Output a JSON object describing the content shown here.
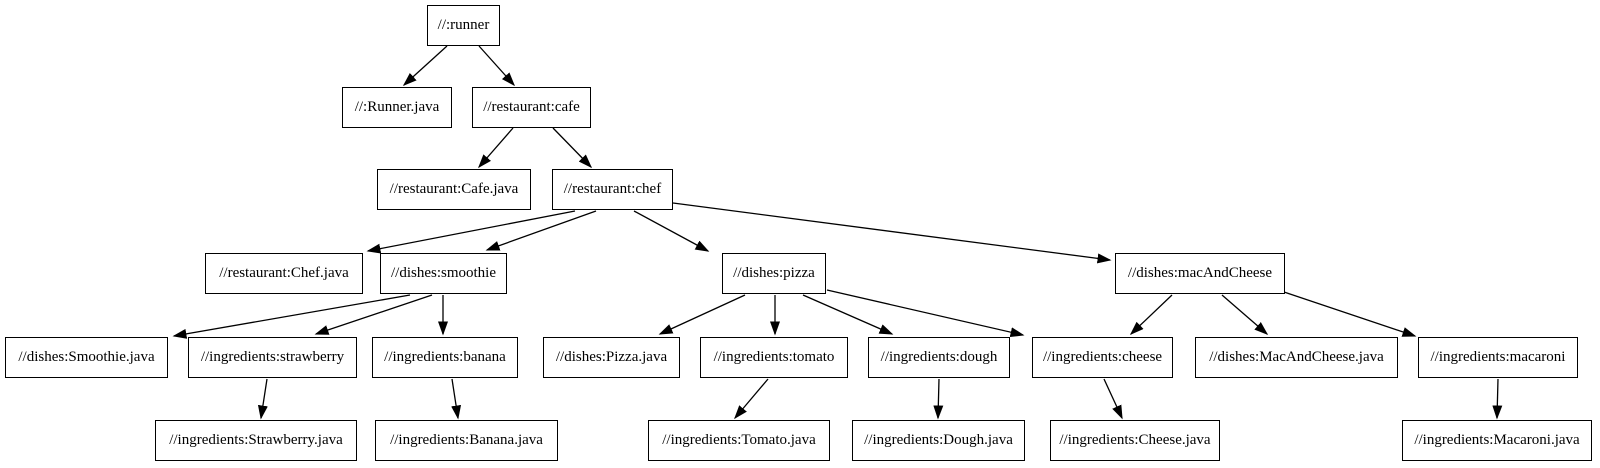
{
  "diagram": {
    "type": "directed-graph",
    "colors": {
      "background": "#ffffff",
      "node_fill": "#ffffff",
      "node_border": "#000000",
      "edge": "#000000",
      "text": "#000000"
    }
  },
  "nodes": [
    {
      "id": "runner",
      "label": "//:runner"
    },
    {
      "id": "runner-java",
      "label": "//:Runner.java"
    },
    {
      "id": "cafe",
      "label": "//restaurant:cafe"
    },
    {
      "id": "cafe-java",
      "label": "//restaurant:Cafe.java"
    },
    {
      "id": "chef",
      "label": "//restaurant:chef"
    },
    {
      "id": "chef-java",
      "label": "//restaurant:Chef.java"
    },
    {
      "id": "smoothie",
      "label": "//dishes:smoothie"
    },
    {
      "id": "pizza",
      "label": "//dishes:pizza"
    },
    {
      "id": "mac-and-cheese",
      "label": "//dishes:macAndCheese"
    },
    {
      "id": "smoothie-java",
      "label": "//dishes:Smoothie.java"
    },
    {
      "id": "strawberry",
      "label": "//ingredients:strawberry"
    },
    {
      "id": "banana",
      "label": "//ingredients:banana"
    },
    {
      "id": "pizza-java",
      "label": "//dishes:Pizza.java"
    },
    {
      "id": "tomato",
      "label": "//ingredients:tomato"
    },
    {
      "id": "dough",
      "label": "//ingredients:dough"
    },
    {
      "id": "cheese",
      "label": "//ingredients:cheese"
    },
    {
      "id": "mac-and-cheese-java",
      "label": "//dishes:MacAndCheese.java"
    },
    {
      "id": "macaroni",
      "label": "//ingredients:macaroni"
    },
    {
      "id": "strawberry-java",
      "label": "//ingredients:Strawberry.java"
    },
    {
      "id": "banana-java",
      "label": "//ingredients:Banana.java"
    },
    {
      "id": "tomato-java",
      "label": "//ingredients:Tomato.java"
    },
    {
      "id": "dough-java",
      "label": "//ingredients:Dough.java"
    },
    {
      "id": "cheese-java",
      "label": "//ingredients:Cheese.java"
    },
    {
      "id": "macaroni-java",
      "label": "//ingredients:Macaroni.java"
    }
  ],
  "edges": [
    {
      "from": "runner",
      "to": "runner-java"
    },
    {
      "from": "runner",
      "to": "cafe"
    },
    {
      "from": "cafe",
      "to": "cafe-java"
    },
    {
      "from": "cafe",
      "to": "chef"
    },
    {
      "from": "chef",
      "to": "chef-java"
    },
    {
      "from": "chef",
      "to": "smoothie"
    },
    {
      "from": "chef",
      "to": "pizza"
    },
    {
      "from": "chef",
      "to": "mac-and-cheese"
    },
    {
      "from": "smoothie",
      "to": "smoothie-java"
    },
    {
      "from": "smoothie",
      "to": "strawberry"
    },
    {
      "from": "smoothie",
      "to": "banana"
    },
    {
      "from": "strawberry",
      "to": "strawberry-java"
    },
    {
      "from": "banana",
      "to": "banana-java"
    },
    {
      "from": "pizza",
      "to": "pizza-java"
    },
    {
      "from": "pizza",
      "to": "tomato"
    },
    {
      "from": "pizza",
      "to": "dough"
    },
    {
      "from": "pizza",
      "to": "cheese"
    },
    {
      "from": "mac-and-cheese",
      "to": "cheese"
    },
    {
      "from": "mac-and-cheese",
      "to": "mac-and-cheese-java"
    },
    {
      "from": "mac-and-cheese",
      "to": "macaroni"
    },
    {
      "from": "tomato",
      "to": "tomato-java"
    },
    {
      "from": "dough",
      "to": "dough-java"
    },
    {
      "from": "cheese",
      "to": "cheese-java"
    },
    {
      "from": "macaroni",
      "to": "macaroni-java"
    }
  ]
}
